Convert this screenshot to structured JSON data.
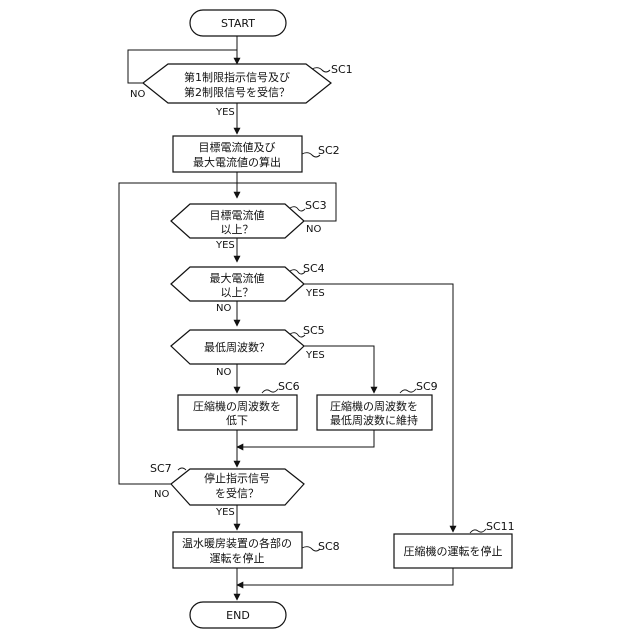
{
  "terminals": {
    "start": "START",
    "end": "END"
  },
  "steps": {
    "sc1": {
      "tag": "SC1",
      "lines": [
        "第1制限指示信号及び",
        "第2制限信号を受信？"
      ]
    },
    "sc2": {
      "tag": "SC2",
      "lines": [
        "目標電流値及び",
        "最大電流値の算出"
      ]
    },
    "sc3": {
      "tag": "SC3",
      "lines": [
        "目標電流値",
        "以上？"
      ]
    },
    "sc4": {
      "tag": "SC4",
      "lines": [
        "最大電流値",
        "以上？"
      ]
    },
    "sc5": {
      "tag": "SC5",
      "lines": [
        "最低周波数？"
      ]
    },
    "sc6": {
      "tag": "SC6",
      "lines": [
        "圧縮機の周波数を",
        "低下"
      ]
    },
    "sc7": {
      "tag": "SC7",
      "lines": [
        "停止指示信号",
        "を受信？"
      ]
    },
    "sc8": {
      "tag": "SC8",
      "lines": [
        "温水暖房装置の各部の",
        "運転を停止"
      ]
    },
    "sc9": {
      "tag": "SC9",
      "lines": [
        "圧縮機の周波数を",
        "最低周波数に維持"
      ]
    },
    "sc11": {
      "tag": "SC11",
      "lines": [
        "圧縮機の運転を停止"
      ]
    }
  },
  "labels": {
    "yes": "YES",
    "no": "NO"
  }
}
